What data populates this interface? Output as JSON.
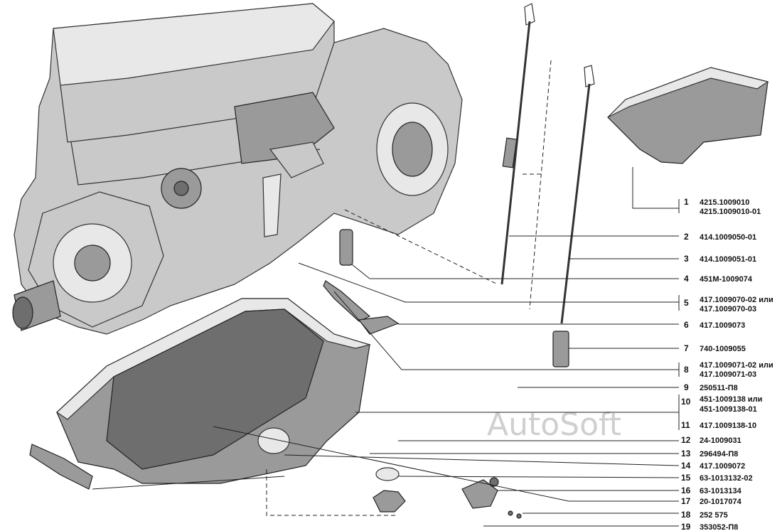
{
  "watermark": "AutoSoft",
  "parts": [
    {
      "num": "1",
      "codes": [
        "4215.1009010",
        "4215.1009010-01"
      ]
    },
    {
      "num": "2",
      "codes": [
        "414.1009050-01"
      ]
    },
    {
      "num": "3",
      "codes": [
        "414.1009051-01"
      ]
    },
    {
      "num": "4",
      "codes": [
        "451М-1009074"
      ]
    },
    {
      "num": "5",
      "codes": [
        "417.1009070-02 или",
        "417.1009070-03"
      ]
    },
    {
      "num": "6",
      "codes": [
        "417.1009073"
      ]
    },
    {
      "num": "7",
      "codes": [
        "740-1009055"
      ]
    },
    {
      "num": "8",
      "codes": [
        "417.1009071-02 или",
        "417.1009071-03"
      ]
    },
    {
      "num": "9",
      "codes": [
        "250511-П8"
      ]
    },
    {
      "num": "10",
      "codes": [
        "451-1009138 или",
        "451-1009138-01"
      ]
    },
    {
      "num": "11",
      "codes": [
        "417.1009138-10"
      ]
    },
    {
      "num": "12",
      "codes": [
        "24-1009031"
      ]
    },
    {
      "num": "13",
      "codes": [
        "296494-П8"
      ]
    },
    {
      "num": "14",
      "codes": [
        "417.1009072"
      ]
    },
    {
      "num": "15",
      "codes": [
        "63-1013132-02"
      ]
    },
    {
      "num": "16",
      "codes": [
        "63-1013134"
      ]
    },
    {
      "num": "17",
      "codes": [
        "20-1017074"
      ]
    },
    {
      "num": "18",
      "codes": [
        "252 575"
      ]
    },
    {
      "num": "19",
      "codes": [
        "353052-П8"
      ]
    }
  ]
}
